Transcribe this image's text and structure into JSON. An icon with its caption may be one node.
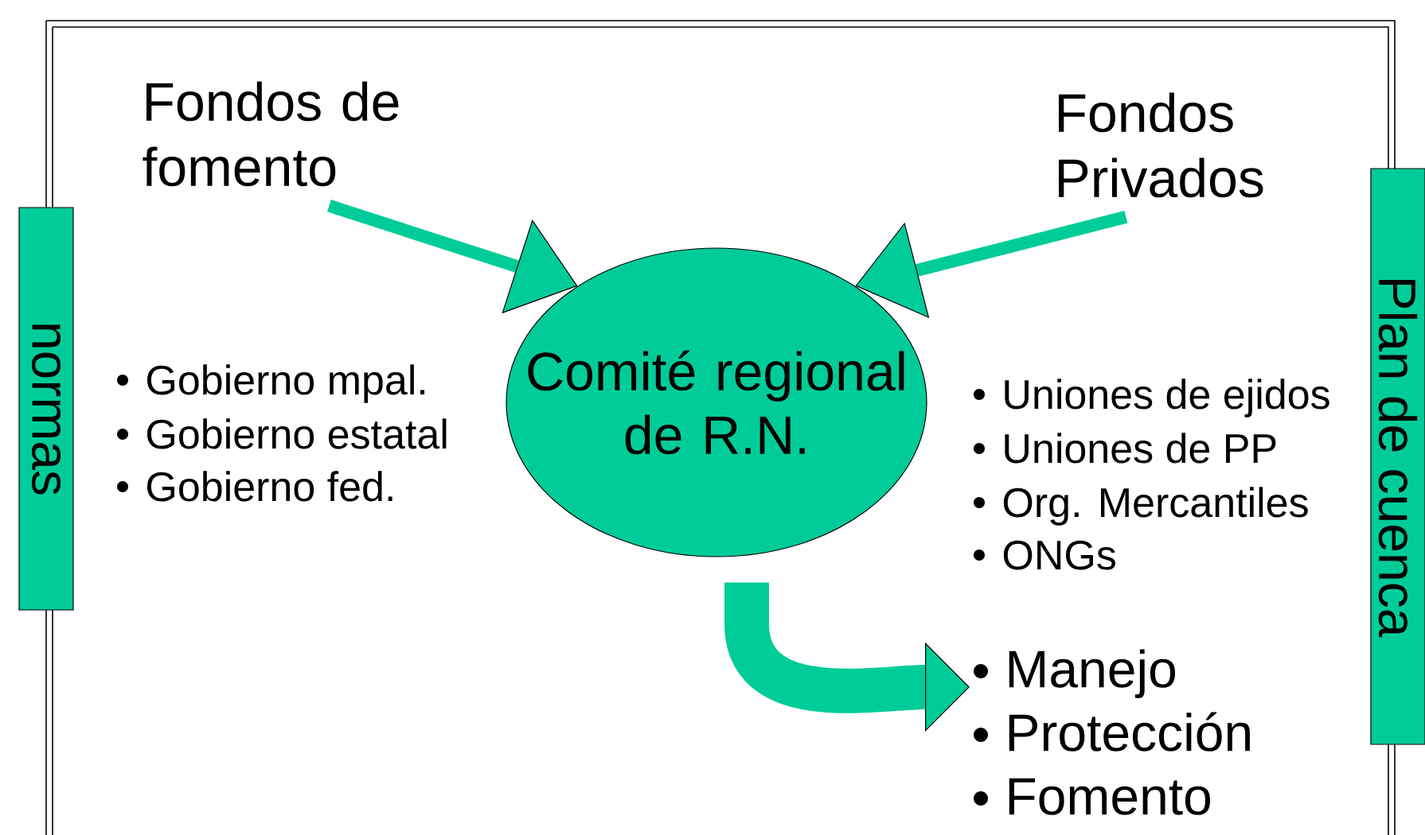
{
  "diagram": {
    "nodes": [
      {
        "text": [
          "Fondos de fomento"
        ]
      },
      {
        "text": [
          "Fondos Privados"
        ]
      },
      {
        "text": [
          "Comité regional de R.N."
        ]
      },
      {
        "text": [
          "normas"
        ]
      },
      {
        "text": [
          "Plan de cuenca"
        ]
      },
      {
        "text": [
          "Manejo",
          "Protección",
          "Fomento"
        ]
      }
    ],
    "edges": [
      {
        "from": 0,
        "to": 2,
        "arrow": "to"
      },
      {
        "from": 1,
        "to": 2,
        "arrow": "to"
      },
      {
        "from": 2,
        "to": 5,
        "arrow": "to",
        "style": "thick"
      }
    ],
    "labels": [
      "Gobierno mpal.",
      "Gobierno estatal",
      "Gobierno fed.",
      "Uniones de ejidos",
      "Uniones de PP",
      "Org. Mercantiles",
      "ONGs"
    ]
  }
}
